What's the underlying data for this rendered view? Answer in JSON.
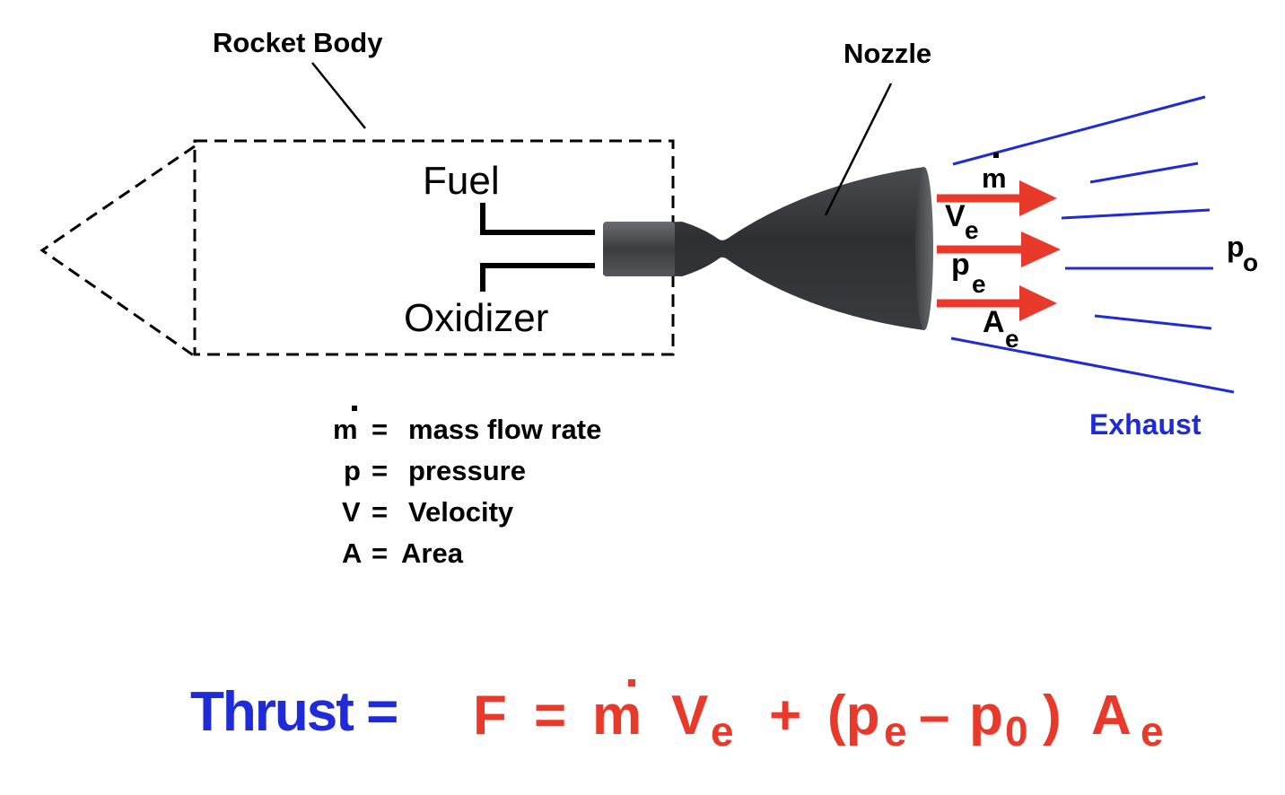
{
  "labels": {
    "rocket_body": "Rocket  Body",
    "nozzle": "Nozzle",
    "fuel": "Fuel",
    "oxidizer": "Oxidizer",
    "exhaust": "Exhaust"
  },
  "flow_labels": {
    "mdot": "m",
    "ve_main": "V",
    "ve_sub": "e",
    "pe_main": "p",
    "pe_sub": "e",
    "ae_main": "A",
    "ae_sub": "e",
    "po_main": "p",
    "po_sub": "o"
  },
  "legend": [
    {
      "symbol": "m",
      "dot": true,
      "eq": "=",
      "text": "mass  flow  rate"
    },
    {
      "symbol": "p",
      "dot": false,
      "eq": "=",
      "text": "pressure"
    },
    {
      "symbol": "V",
      "dot": false,
      "eq": "=",
      "text": "Velocity"
    },
    {
      "symbol": "A",
      "dot": false,
      "eq": "=",
      "text": "Area"
    }
  ],
  "equation": {
    "lhs": "Thrust =",
    "f": "F",
    "eq": "=",
    "m": "m",
    "v": "V",
    "v_sub": "e",
    "plus": "+",
    "open": "(p",
    "pe_sub": "e",
    "minus": "–",
    "p0": "p",
    "p0_sub": "0",
    "close": ")",
    "a": "A",
    "a_sub": "e"
  },
  "colors": {
    "exhaust_lines": "#1f2bd8",
    "arrows": "#e8392b",
    "thrust_label": "#1f2bd8",
    "equation": "#e8392b",
    "nozzle_dark": "#2e2f33",
    "nozzle_light": "#6a6c70"
  }
}
